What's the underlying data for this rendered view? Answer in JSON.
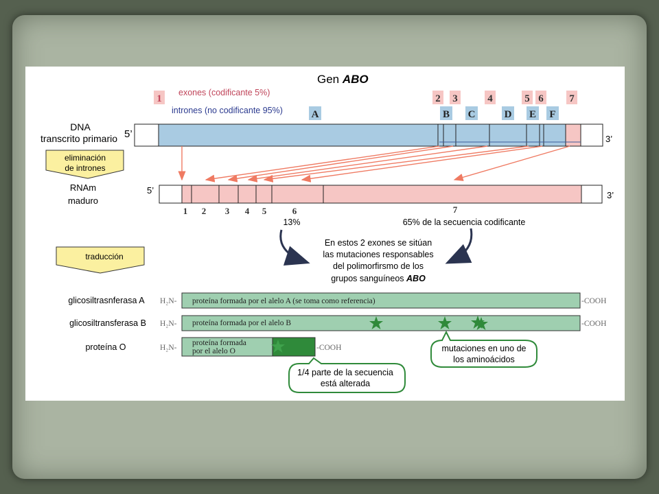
{
  "title_prefix": "Gen ",
  "title_gene": "ABO",
  "legend": {
    "exons": "exones (codificante 5%)",
    "introns": "intrones (no codificante 95%)"
  },
  "labels": {
    "dna_line1": "DNA",
    "dna_line2": "transcrito primario",
    "five_prime": "5’",
    "three_prime": "3’",
    "splicing_line1": "eliminación",
    "splicing_line2": "de intrones",
    "mrna_line1": "RNAm",
    "mrna_line2": "maduro",
    "translation": "traducción"
  },
  "exon_numbers": [
    "1",
    "2",
    "3",
    "4",
    "5",
    "6",
    "7"
  ],
  "intron_letters": [
    "A",
    "B",
    "C",
    "D",
    "E",
    "F"
  ],
  "percent_13": "13%",
  "percent_65": "65% de la secuencia codificante",
  "note_lines": [
    "En estos 2 exones se sitúan",
    "las mutaciones responsables",
    "del polimorfirsmo de los",
    "grupos sanguíneos "
  ],
  "note_bold": "ABO",
  "proteins": [
    {
      "name": "glicosiltrasnferasa A",
      "text": "proteína formada por el alelo A (se toma como referencia)"
    },
    {
      "name": "glicosiltransferasa B",
      "text": "proteína formada por el alelo B"
    },
    {
      "name": "proteína O",
      "text_line1": "proteína formada",
      "text_line2": "por el alelo O"
    }
  ],
  "h2n": "H₂N-",
  "cooh": "-COOH",
  "callout_altered": [
    "1/4 parte de la secuencia",
    "está alterada"
  ],
  "callout_mutations": [
    "mutaciones en uno de",
    "los aminoácidos"
  ],
  "colors": {
    "intron_blue": "#a9cbe2",
    "exon_pink": "#f6c6c4",
    "arrow": "#ef7a62",
    "protein_green": "#9fcfb0",
    "dark_green": "#2f8a3a",
    "title_pink": "#c0455a",
    "title_blue": "#2b3a8f"
  }
}
